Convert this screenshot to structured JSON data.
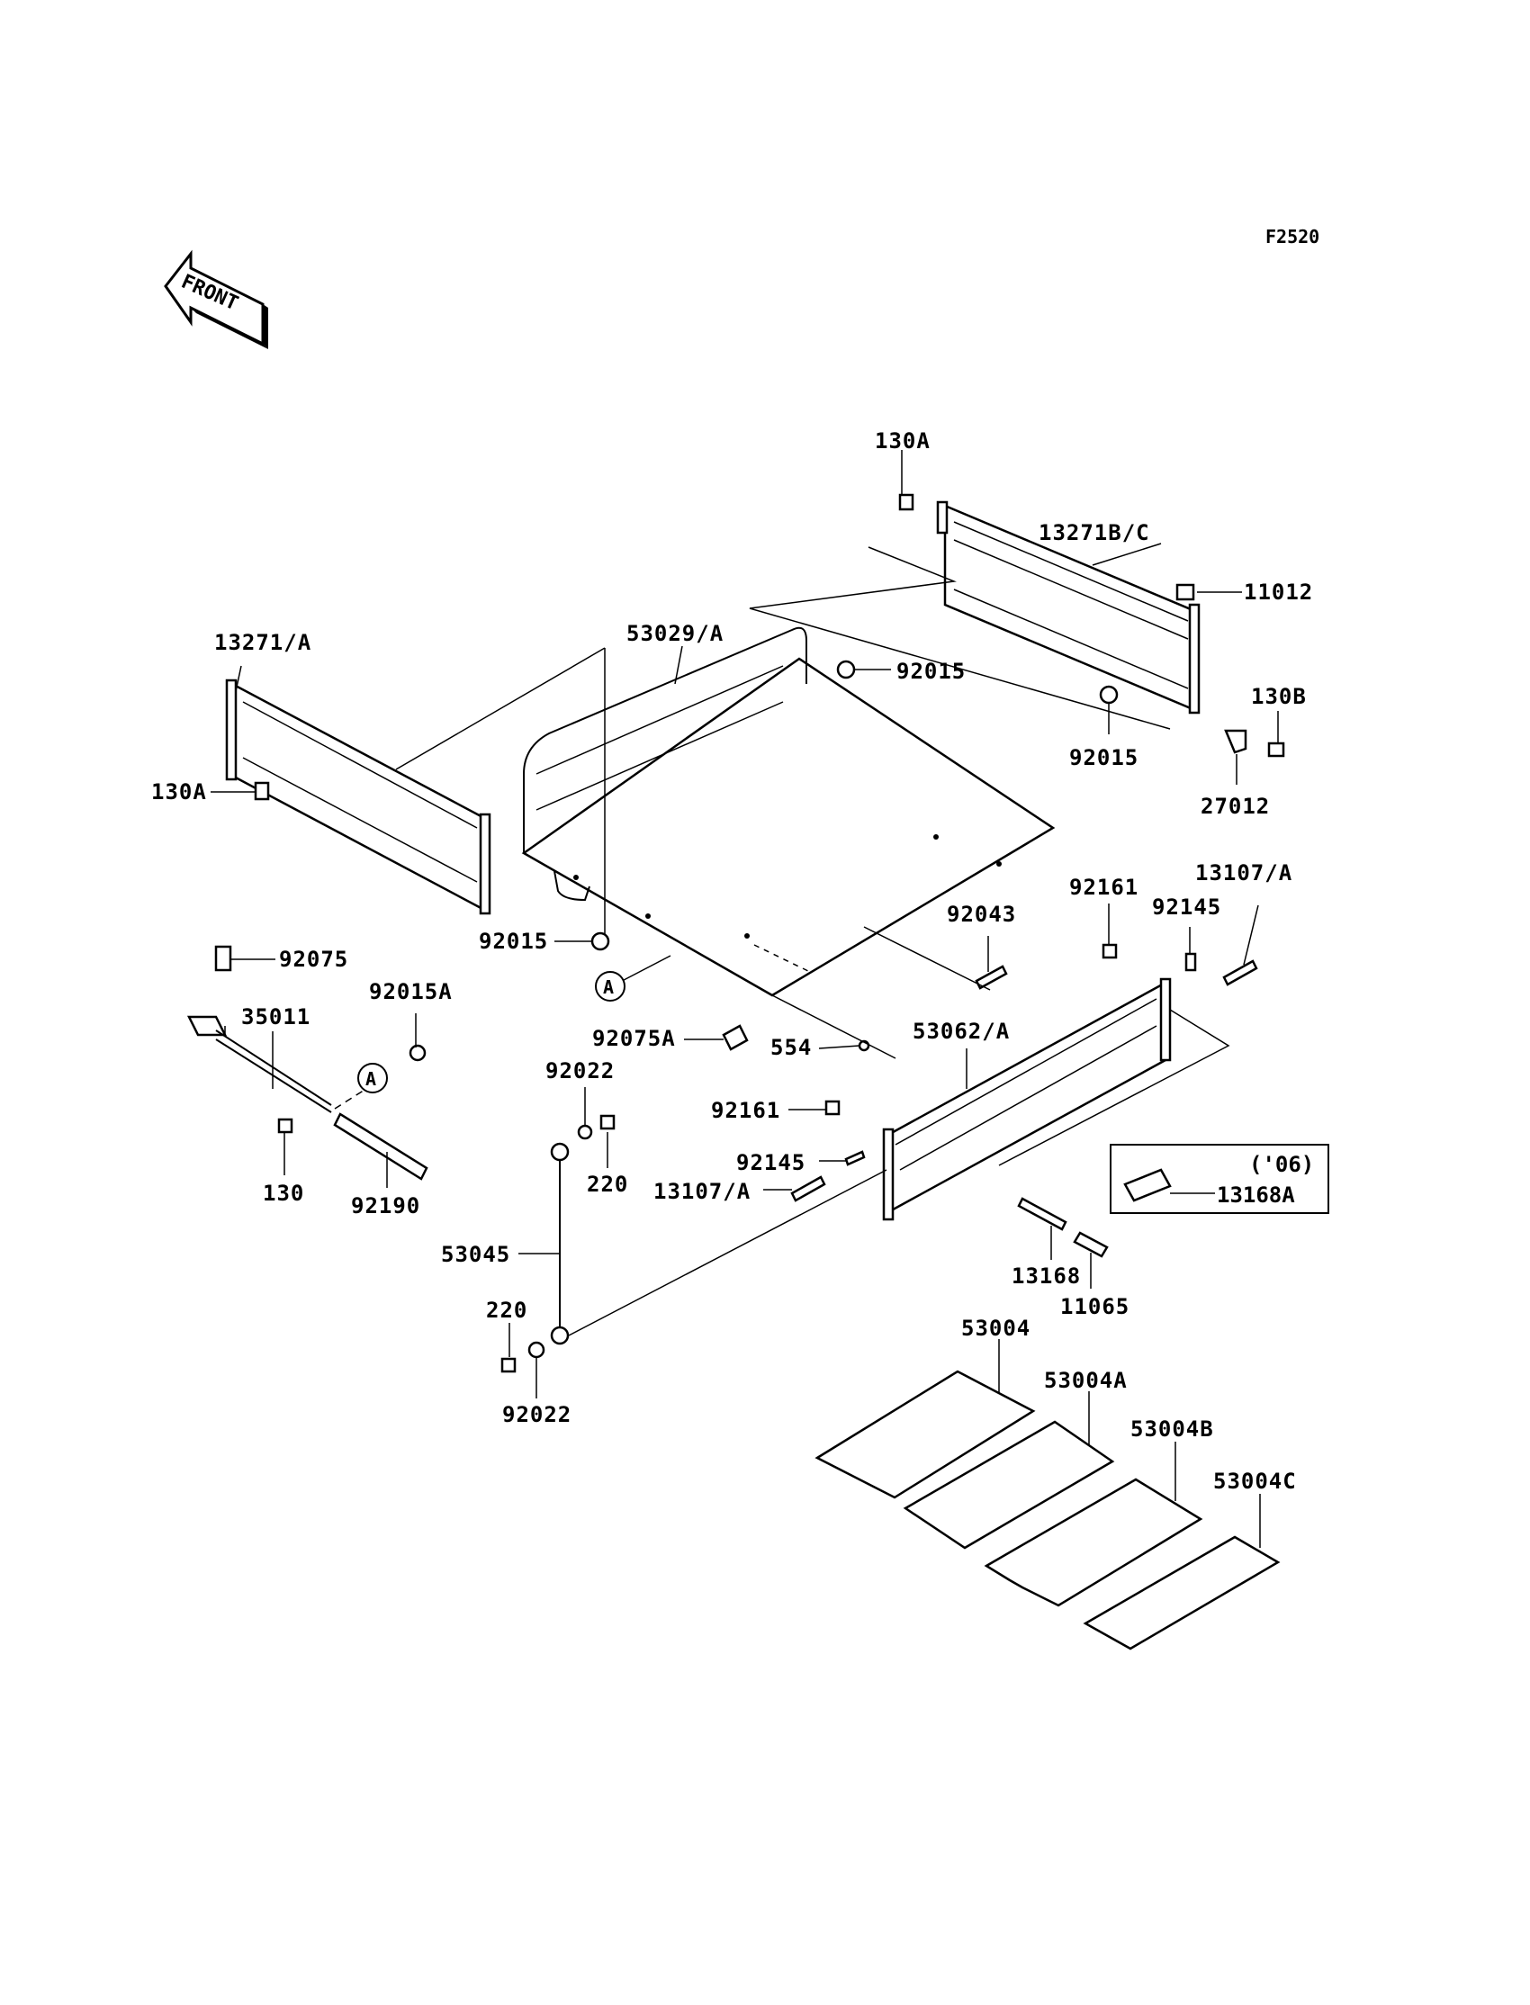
{
  "figure_code": "F2520",
  "front_arrow": "FRONT",
  "reference_marker": "A",
  "note_box": {
    "year": "('06)",
    "part": "13168A"
  },
  "labels": [
    {
      "id": "130a-top",
      "text": "130A"
    },
    {
      "id": "13271bc",
      "text": "13271B/C"
    },
    {
      "id": "11012",
      "text": "11012"
    },
    {
      "id": "53029a",
      "text": "53029/A"
    },
    {
      "id": "92015-a",
      "text": "92015"
    },
    {
      "id": "13271a",
      "text": "13271/A"
    },
    {
      "id": "130b",
      "text": "130B"
    },
    {
      "id": "92015-b",
      "text": "92015"
    },
    {
      "id": "130a-left",
      "text": "130A"
    },
    {
      "id": "27012",
      "text": "27012"
    },
    {
      "id": "13107a-r",
      "text": "13107/A"
    },
    {
      "id": "92161-r",
      "text": "92161"
    },
    {
      "id": "92145-r",
      "text": "92145"
    },
    {
      "id": "92043",
      "text": "92043"
    },
    {
      "id": "92015-c",
      "text": "92015"
    },
    {
      "id": "92075",
      "text": "92075"
    },
    {
      "id": "92015a",
      "text": "92015A"
    },
    {
      "id": "35011",
      "text": "35011"
    },
    {
      "id": "92075a",
      "text": "92075A"
    },
    {
      "id": "554",
      "text": "554"
    },
    {
      "id": "53062a",
      "text": "53062/A"
    },
    {
      "id": "92022-t",
      "text": "92022"
    },
    {
      "id": "92161-l",
      "text": "92161"
    },
    {
      "id": "220-t",
      "text": "220"
    },
    {
      "id": "92145-l",
      "text": "92145"
    },
    {
      "id": "13107a-l",
      "text": "13107/A"
    },
    {
      "id": "130",
      "text": "130"
    },
    {
      "id": "92190",
      "text": "92190"
    },
    {
      "id": "13168",
      "text": "13168"
    },
    {
      "id": "53045",
      "text": "53045"
    },
    {
      "id": "11065",
      "text": "11065"
    },
    {
      "id": "53004",
      "text": "53004"
    },
    {
      "id": "220-b",
      "text": "220"
    },
    {
      "id": "53004a",
      "text": "53004A"
    },
    {
      "id": "92022-b",
      "text": "92022"
    },
    {
      "id": "53004b",
      "text": "53004B"
    },
    {
      "id": "53004c",
      "text": "53004C"
    }
  ]
}
